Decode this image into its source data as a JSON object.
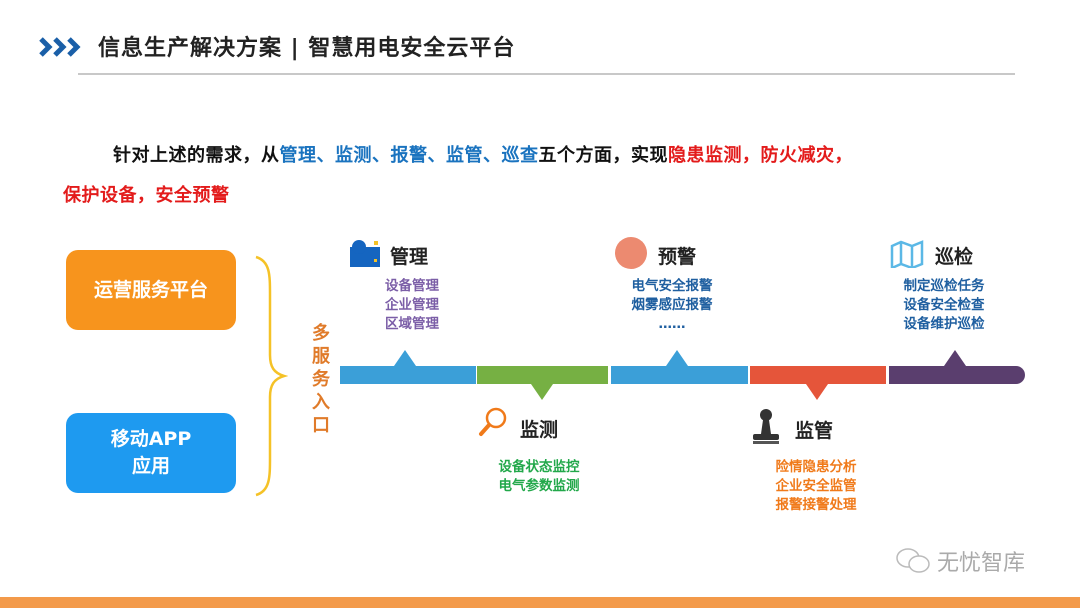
{
  "header": {
    "title": "信息生产解决方案 | 智慧用电安全云平台",
    "icon": "chevrons-right-icon"
  },
  "intro": {
    "line1_a": "针对上述的需求，从",
    "line1_b": "管理、监测、报警、监管、巡查",
    "line1_c": "五个方面，实现",
    "line1_d": "隐患监测，防火减灾，",
    "line2": "保护设备，安全预警"
  },
  "entries": [
    {
      "label": "运营服务平台",
      "color": "#f7941d"
    },
    {
      "label": "移动APP应用",
      "color": "#1e9af0"
    }
  ],
  "entry_caption": "多服务入口",
  "timeline": [
    {
      "title": "管理",
      "icon": "management-icon",
      "color": "#3b9fd8",
      "items": [
        "设备管理",
        "企业管理",
        "区域管理"
      ],
      "item_color": "#7b5ea7"
    },
    {
      "title": "监测",
      "icon": "magnifier-icon",
      "color": "#76b043",
      "items": [
        "设备状态监控",
        "电气参数监测"
      ],
      "item_color": "#22a84a"
    },
    {
      "title": "预警",
      "icon": "alert-circle-icon",
      "color": "#3b9fd8",
      "items": [
        "电气安全报警",
        "烟雾感应报警",
        "……"
      ],
      "item_color": "#1f5fa0"
    },
    {
      "title": "监管",
      "icon": "stamp-icon",
      "color": "#e5553a",
      "items": [
        "险情隐患分析",
        "企业安全监管",
        "报警接警处理"
      ],
      "item_color": "#f07a1a"
    },
    {
      "title": "巡检",
      "icon": "map-icon",
      "color": "#5a3e6e",
      "items": [
        "制定巡检任务",
        "设备安全检查",
        "设备维护巡检"
      ],
      "item_color": "#1f5fa0"
    }
  ],
  "watermark": "无忧智库"
}
